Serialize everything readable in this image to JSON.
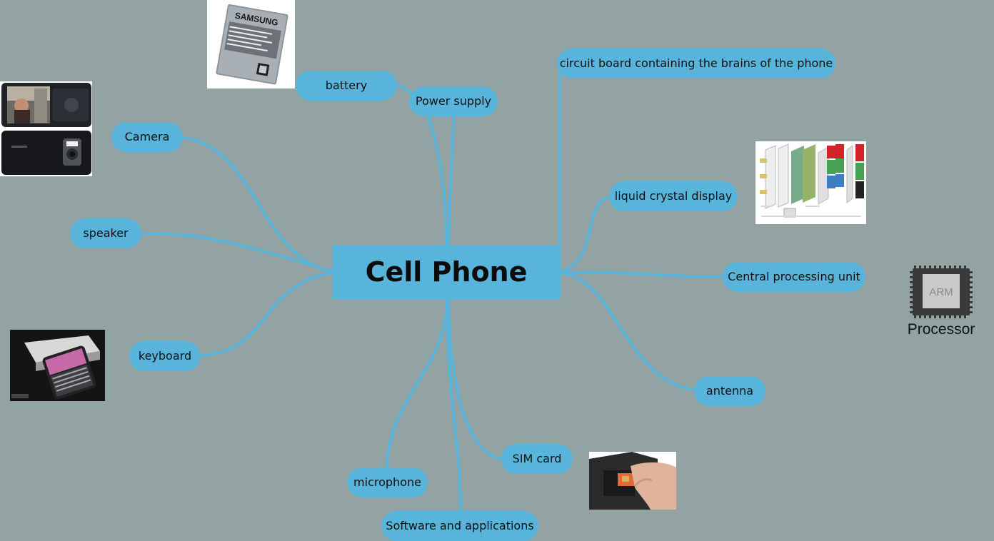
{
  "center": {
    "label": "Cell Phone"
  },
  "nodes": {
    "power_supply": "Power supply",
    "battery": "battery",
    "circuit_board": "circuit board containing the brains of the phone",
    "camera": "Camera",
    "speaker": "speaker",
    "lcd": "liquid crystal display",
    "cpu": "Central processing unit",
    "keyboard": "keyboard",
    "antenna": "antenna",
    "sim": "SIM card",
    "microphone": "microphone",
    "software": "Software and applications"
  },
  "images": {
    "battery_brand": "SAMSUNG",
    "processor_chip": "ARM",
    "processor_caption": "Processor"
  },
  "colors": {
    "background": "#93a3a3",
    "node": "#58b4da",
    "connector": "#58b4da"
  }
}
